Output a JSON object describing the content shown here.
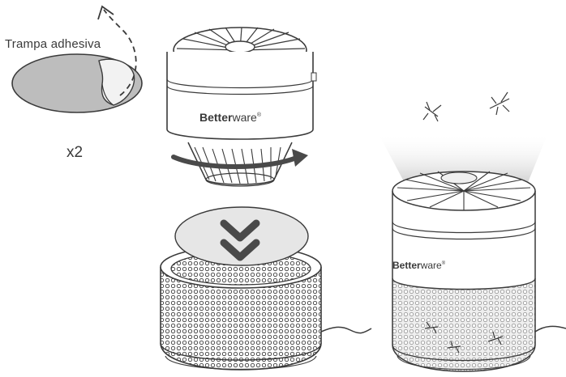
{
  "labels": {
    "sticky_trap": "Trampa adhesiva",
    "quantity": "x2"
  },
  "brand": {
    "name_bold": "Better",
    "name_light": "ware",
    "mark": "®"
  },
  "colors": {
    "line": "#3a3a3a",
    "gray_fill": "#bdbdbd",
    "light_gray": "#e6e6e6",
    "dark_arrow": "#4a4a4a",
    "glow": "#d9d9d9"
  },
  "icons": [
    "curved-arrow-icon",
    "rotate-arrow-icon",
    "chevron-down-icon",
    "mosquito-icon"
  ]
}
